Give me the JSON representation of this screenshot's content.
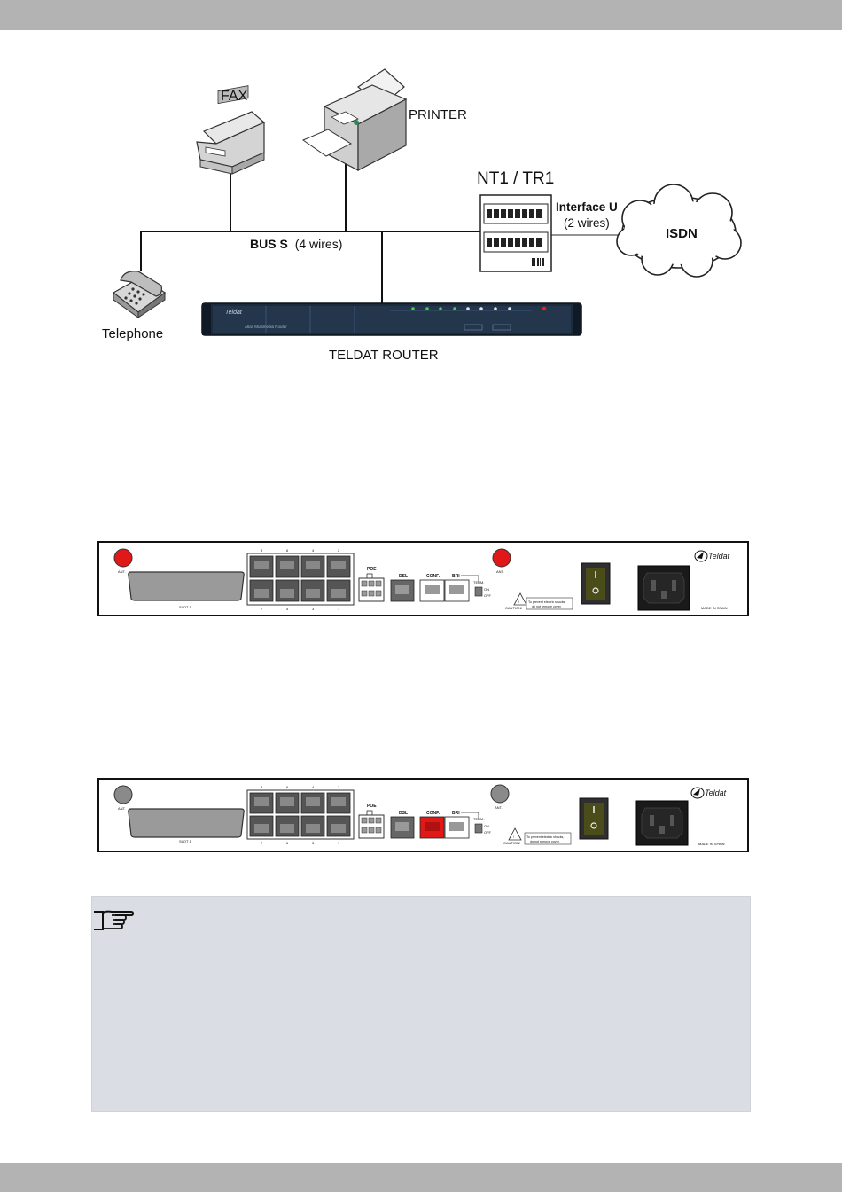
{
  "diagram": {
    "fax_label": "FAX",
    "printer_label": "PRINTER",
    "nt1_label": "NT1 / TR1",
    "interface_u_label": "Interface U",
    "interface_u_wires": "(2 wires)",
    "isdn_label": "ISDN",
    "bus_label": "BUS S",
    "bus_wires": "(4 wires)",
    "telephone_label": "Telephone",
    "router_label": "TELDAT ROUTER",
    "router_brand": "Teldat",
    "router_model": "Atlas Multimedia Router"
  },
  "panels": [
    {
      "ant_left": "ANT.",
      "ant_right": "ANT.",
      "ant_color": "#e01818",
      "slot": "SLOT 1",
      "port_nums_top": [
        "8",
        "6",
        "4",
        "2"
      ],
      "port_nums_bottom": [
        "7",
        "5",
        "3",
        "1"
      ],
      "poe": "POE",
      "dsl": "DSL",
      "conf": "CONF.",
      "conf_color": "#ffffff",
      "bri": "BRI",
      "term": "TERM.",
      "on": "ON",
      "off": "OFF",
      "caution": "CAUTION!",
      "warning_1": "To prevent electric shocks,",
      "warning_2": "do not remove cover.",
      "brand": "Teldat",
      "made_in": "MADE IN SPAIN"
    },
    {
      "ant_left": "ANT.",
      "ant_right": "ANT.",
      "ant_color": "#8a8a8a",
      "slot": "SLOT 1",
      "port_nums_top": [
        "8",
        "6",
        "4",
        "2"
      ],
      "port_nums_bottom": [
        "7",
        "5",
        "3",
        "1"
      ],
      "poe": "POE",
      "dsl": "DSL",
      "conf": "CONF.",
      "conf_color": "#e01818",
      "bri": "BRI",
      "term": "TERM.",
      "on": "ON",
      "off": "OFF",
      "caution": "CAUTION!",
      "warning_1": "To prevent electric shocks,",
      "warning_2": "do not remove cover.",
      "brand": "Teldat",
      "made_in": "MADE IN SPAIN"
    }
  ],
  "note": {
    "icon": "pointing-hand-icon"
  }
}
